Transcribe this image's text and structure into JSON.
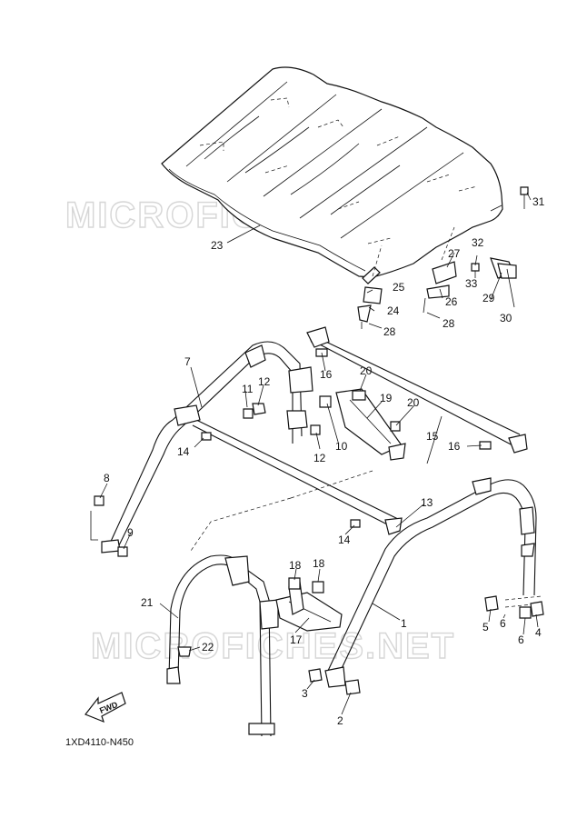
{
  "diagram": {
    "watermarks": [
      "MICROFICHES.NET",
      "MICROFICHES.NET"
    ],
    "fwd_label": "FWD",
    "figure_code": "1XD4110-N450",
    "callouts": [
      {
        "id": "c1",
        "label": "1"
      },
      {
        "id": "c2",
        "label": "2"
      },
      {
        "id": "c3",
        "label": "3"
      },
      {
        "id": "c4",
        "label": "4"
      },
      {
        "id": "c5",
        "label": "5"
      },
      {
        "id": "c6a",
        "label": "6"
      },
      {
        "id": "c6b",
        "label": "6"
      },
      {
        "id": "c7",
        "label": "7"
      },
      {
        "id": "c8",
        "label": "8"
      },
      {
        "id": "c9",
        "label": "9"
      },
      {
        "id": "c10",
        "label": "10"
      },
      {
        "id": "c11",
        "label": "11"
      },
      {
        "id": "c12a",
        "label": "12"
      },
      {
        "id": "c12b",
        "label": "12"
      },
      {
        "id": "c13",
        "label": "13"
      },
      {
        "id": "c14a",
        "label": "14"
      },
      {
        "id": "c14b",
        "label": "14"
      },
      {
        "id": "c15",
        "label": "15"
      },
      {
        "id": "c16a",
        "label": "16"
      },
      {
        "id": "c16b",
        "label": "16"
      },
      {
        "id": "c17",
        "label": "17"
      },
      {
        "id": "c18a",
        "label": "18"
      },
      {
        "id": "c18b",
        "label": "18"
      },
      {
        "id": "c19",
        "label": "19"
      },
      {
        "id": "c20a",
        "label": "20"
      },
      {
        "id": "c20b",
        "label": "20"
      },
      {
        "id": "c21",
        "label": "21"
      },
      {
        "id": "c22",
        "label": "22"
      },
      {
        "id": "c23",
        "label": "23"
      },
      {
        "id": "c24",
        "label": "24"
      },
      {
        "id": "c25",
        "label": "25"
      },
      {
        "id": "c26",
        "label": "26"
      },
      {
        "id": "c27",
        "label": "27"
      },
      {
        "id": "c28a",
        "label": "28"
      },
      {
        "id": "c28b",
        "label": "28"
      },
      {
        "id": "c29",
        "label": "29"
      },
      {
        "id": "c30",
        "label": "30"
      },
      {
        "id": "c31",
        "label": "31"
      },
      {
        "id": "c32",
        "label": "32"
      },
      {
        "id": "c33",
        "label": "33"
      }
    ]
  }
}
